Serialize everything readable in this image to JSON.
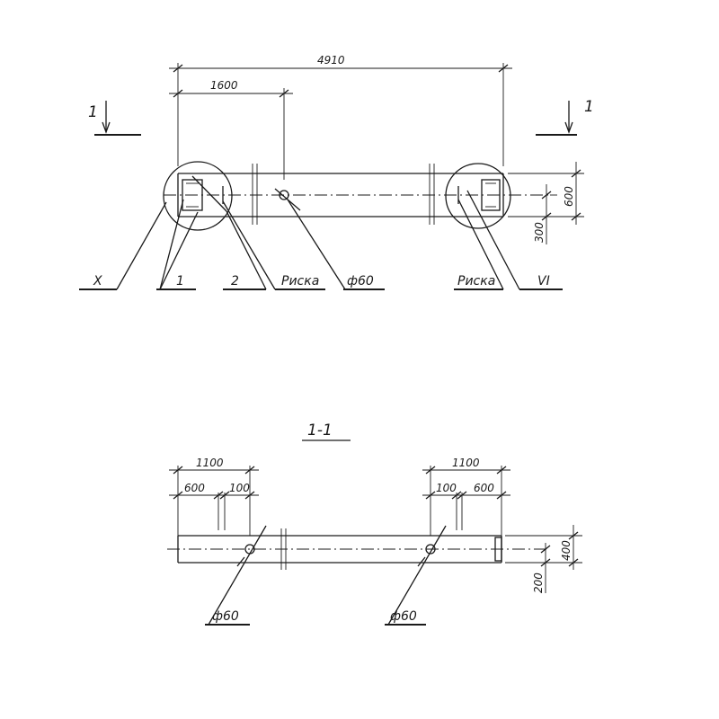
{
  "plan": {
    "dim_total": "4910",
    "dim_left": "1600",
    "dim_height": "600",
    "dim_half": "300",
    "section_mark_left": "1",
    "section_mark_right": "1",
    "node_left": "X",
    "node_right": "VI",
    "pos_1": "1",
    "pos_2": "2",
    "risk_left": "Риска",
    "risk_right": "Риска",
    "hole": "ф60"
  },
  "section": {
    "title": "1-1",
    "dim_left_total": "1100",
    "dim_left_a": "600",
    "dim_left_b": "100",
    "dim_right_total": "1100",
    "dim_right_b": "100",
    "dim_right_a": "600",
    "dim_height": "400",
    "dim_half": "200",
    "hole_left": "ф60",
    "hole_right": "ф60"
  }
}
